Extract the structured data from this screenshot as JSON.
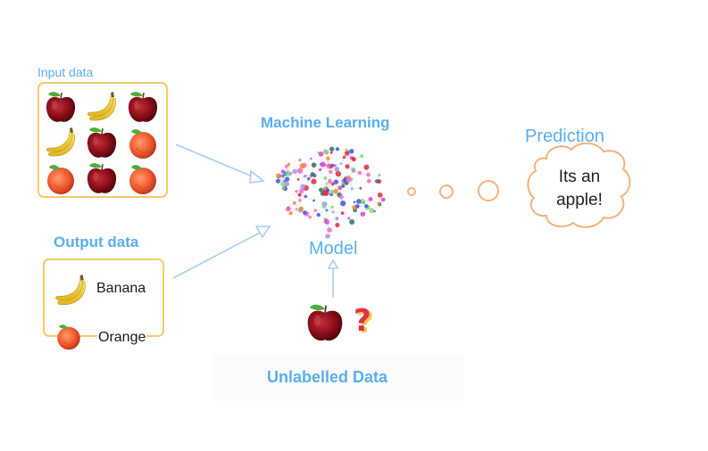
{
  "diagram": {
    "input": {
      "label": "Input data",
      "grid": [
        [
          "apple",
          "banana",
          "apple"
        ],
        [
          "banana",
          "apple",
          "orange"
        ],
        [
          "orange",
          "apple",
          "orange"
        ]
      ]
    },
    "output": {
      "label": "Output data",
      "items": [
        {
          "fruit": "banana",
          "label": "Banana"
        },
        {
          "fruit": "orange",
          "label": "Orange"
        }
      ]
    },
    "model": {
      "title": "Machine Learning",
      "label": "Model",
      "icon": "brain-network-icon"
    },
    "thought_bubbles": 3,
    "prediction": {
      "title": "Prediction",
      "text_line1": "Its an",
      "text_line2": "apple!"
    },
    "unlabelled": {
      "label": "Unlabelled Data",
      "fruit": "apple",
      "symbol": "?"
    },
    "colors": {
      "label_blue": "#5aaef0",
      "arrow_blue": "#a9cdf5",
      "box_orange": "#f8c96a",
      "bubble_orange": "#f4b27a",
      "question_red": "#e0304a",
      "question_yellow": "#f7c948"
    }
  }
}
